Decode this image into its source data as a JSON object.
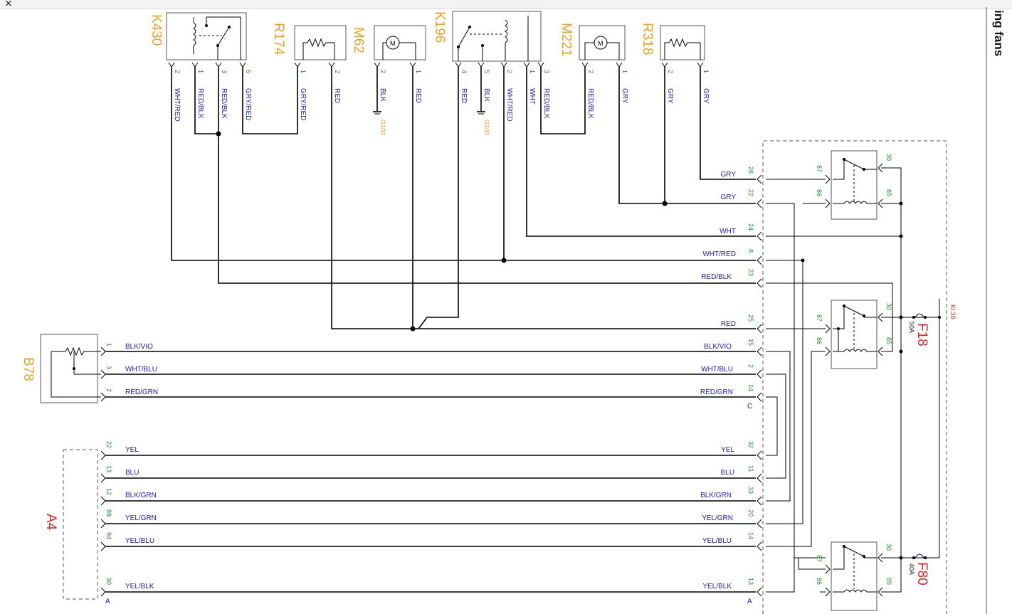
{
  "window": {
    "close_glyph": "×"
  },
  "title": "ing fans",
  "components": {
    "K430": "K430",
    "R174": "R174",
    "M62": "M62",
    "K196": "K196",
    "M221": "M221",
    "R318": "R318",
    "B78": "B78",
    "A4": "A4",
    "F18": "F18",
    "F80": "F80",
    "motor": "M"
  },
  "fuses": {
    "f18_rating": "50A",
    "f80_rating": "40A",
    "kl30": "Kl.30"
  },
  "grounds": {
    "g1": "G100",
    "g2": "G100"
  },
  "top_pins": {
    "k430": [
      "2",
      "1",
      "3",
      "5"
    ],
    "r174": [
      "1",
      "2"
    ],
    "m62": [
      "2",
      "1"
    ],
    "k196": [
      "4",
      "5",
      "2",
      "1",
      "3"
    ],
    "m221": [
      "2",
      "1"
    ],
    "r318": [
      "2",
      "1"
    ]
  },
  "top_wires": {
    "w1": "WHT/RED",
    "w2": "RED/BLK",
    "w3": "RED/BLK",
    "w4": "GRY/RED",
    "w5": "GRY/RED",
    "w6": "RED",
    "w7": "BLK",
    "w8": "RED",
    "w9": "RED",
    "w10": "BLK",
    "w11": "WHT/RED",
    "w12": "WHT",
    "w13": "RED/BLK",
    "w14": "RED/BLK",
    "w15": "GRY",
    "w16": "GRY",
    "w17": "GRY"
  },
  "module_rows": [
    {
      "label": "GRY",
      "pin": "26"
    },
    {
      "label": "GRY",
      "pin": "22"
    },
    {
      "label": "WHT",
      "pin": "24"
    },
    {
      "label": "WHT/RED",
      "pin": "8"
    },
    {
      "label": "RED/BLK",
      "pin": "23"
    },
    {
      "label": "RED",
      "pin": "25"
    },
    {
      "label": "BLK/VIO",
      "pin": "15"
    },
    {
      "label": "WHT/BLU",
      "pin": "2"
    },
    {
      "label": "RED/GRN",
      "pin": "14"
    },
    {
      "label": "YEL",
      "pin": "32"
    },
    {
      "label": "BLU",
      "pin": "11"
    },
    {
      "label": "BLK/GRN",
      "pin": "33"
    },
    {
      "label": "YEL/GRN",
      "pin": "20"
    },
    {
      "label": "YEL/BLU",
      "pin": "14"
    },
    {
      "label": "YEL/BLK",
      "pin": "13"
    }
  ],
  "connector_tags": {
    "c": "C",
    "a": "A"
  },
  "b78_rows": [
    {
      "label": "BLK/VIO",
      "pin": "1"
    },
    {
      "label": "WHT/BLU",
      "pin": "3"
    },
    {
      "label": "RED/GRN",
      "pin": "2"
    }
  ],
  "a4_rows": [
    {
      "label": "YEL",
      "pin": "22"
    },
    {
      "label": "BLU",
      "pin": "13"
    },
    {
      "label": "BLK/GRN",
      "pin": "12"
    },
    {
      "label": "YEL/GRN",
      "pin": "89"
    },
    {
      "label": "YEL/BLU",
      "pin": "94"
    },
    {
      "label": "YEL/BLK",
      "pin": "90"
    }
  ],
  "relay_pins": {
    "p87": "87",
    "p86": "86",
    "p30": "30",
    "p85": "85"
  }
}
